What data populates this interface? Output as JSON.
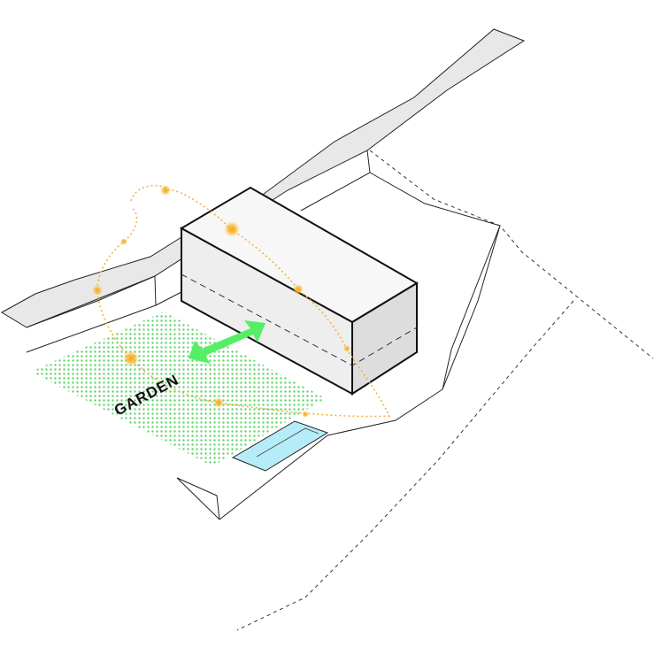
{
  "diagram": {
    "garden_label": "GARDEN"
  },
  "colors": {
    "road_fill": "#e8e8e8",
    "building_top": "#f7f7f7",
    "building_front": "#eeeeee",
    "building_side": "#dddddd",
    "garden_dots": "#5fd36b",
    "arrow": "#55ee66",
    "sun_path": "#f2b33d",
    "pool_fill": "#b5ecf7",
    "line": "#111111"
  },
  "icons": {
    "arrow": "double-headed-arrow",
    "sun": "sun-dot"
  }
}
